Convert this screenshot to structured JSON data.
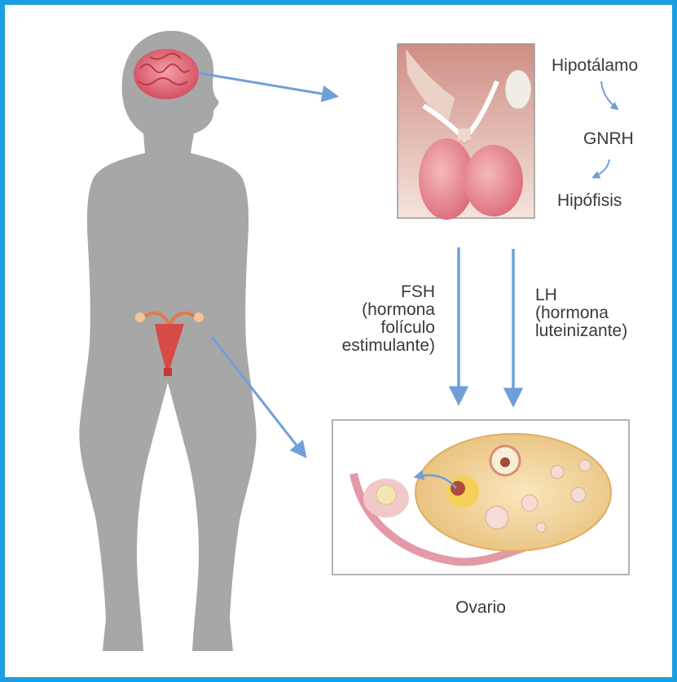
{
  "colors": {
    "frame": "#1a9ee0",
    "silhouette": "#a7a7a7",
    "arrow": "#6f9fd8",
    "brain": "#e0646d",
    "organ": "#e6808a",
    "ovary": "#f3d9a4"
  },
  "labels": {
    "hipotalamo": "Hipotálamo",
    "gnrh": "GNRH",
    "hipofisis": "Hipófisis",
    "fsh": {
      "line1": "FSH",
      "line2": "(hormona",
      "line3": "folículo",
      "line4": "estimulante)"
    },
    "lh": {
      "line1": "LH",
      "line2": "(hormona",
      "line3": "luteinizante)"
    },
    "ovario": "Ovario"
  },
  "illustrations": {
    "body": "female-silhouette",
    "brain": "brain-icon",
    "uterus": "uterus-icon",
    "pituitary": "hypothalamus-pituitary-illustration",
    "ovary": "ovary-illustration"
  }
}
